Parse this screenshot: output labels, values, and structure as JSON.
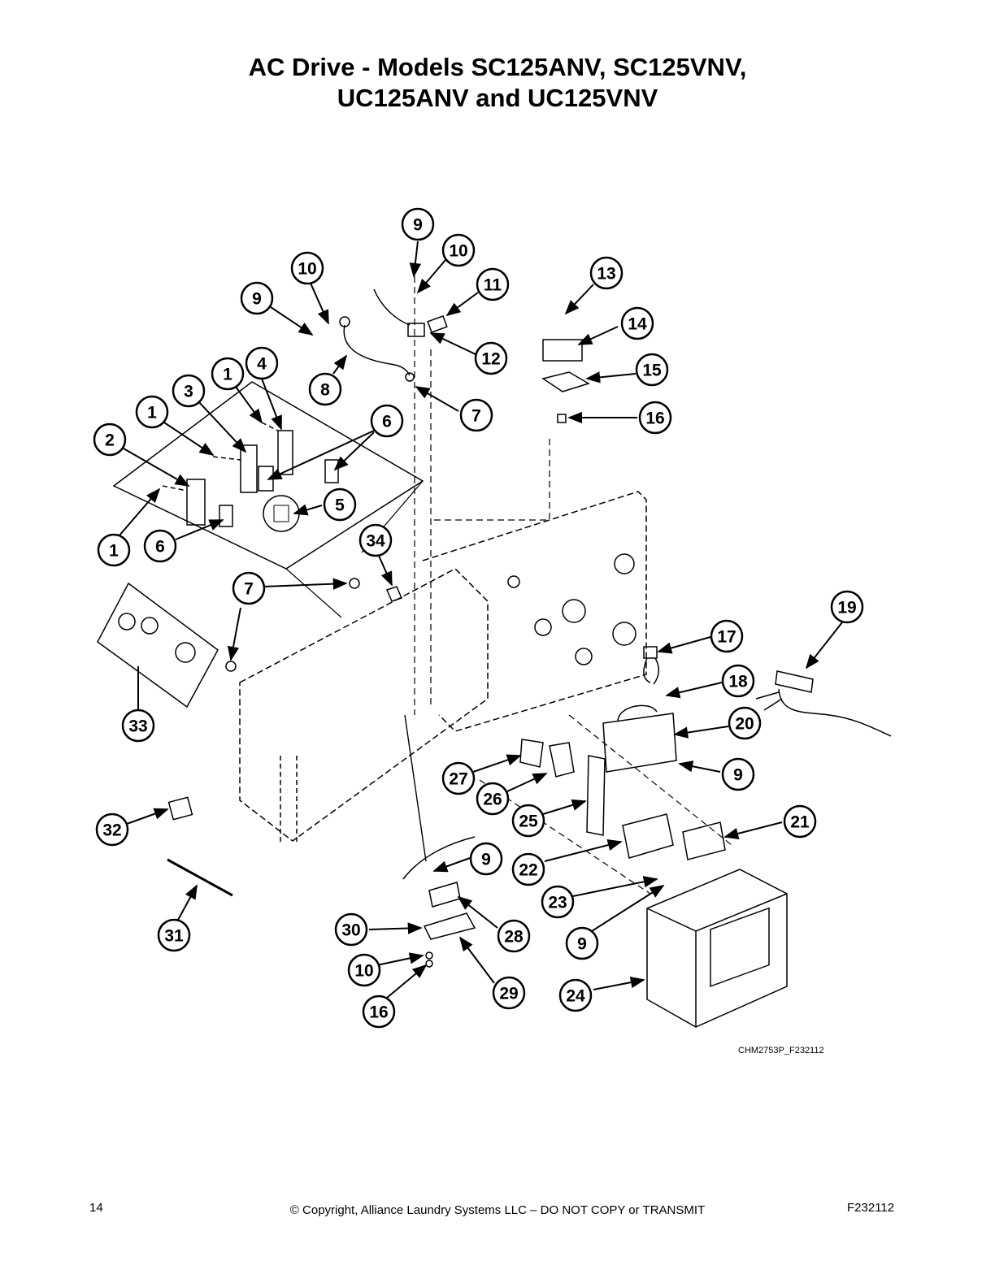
{
  "header": {
    "title_line1": "AC Drive - Models SC125ANV, SC125VNV,",
    "title_line2": "UC125ANV and UC125VNV"
  },
  "diagram": {
    "drawing_code": "CHM2753P_F232112",
    "callouts": [
      {
        "label": "9"
      },
      {
        "label": "10"
      },
      {
        "label": "10"
      },
      {
        "label": "11"
      },
      {
        "label": "13"
      },
      {
        "label": "9"
      },
      {
        "label": "14"
      },
      {
        "label": "12"
      },
      {
        "label": "1"
      },
      {
        "label": "4"
      },
      {
        "label": "15"
      },
      {
        "label": "3"
      },
      {
        "label": "8"
      },
      {
        "label": "1"
      },
      {
        "label": "6"
      },
      {
        "label": "7"
      },
      {
        "label": "16"
      },
      {
        "label": "2"
      },
      {
        "label": "5"
      },
      {
        "label": "1"
      },
      {
        "label": "6"
      },
      {
        "label": "34"
      },
      {
        "label": "7"
      },
      {
        "label": "19"
      },
      {
        "label": "17"
      },
      {
        "label": "18"
      },
      {
        "label": "33"
      },
      {
        "label": "20"
      },
      {
        "label": "9"
      },
      {
        "label": "27"
      },
      {
        "label": "26"
      },
      {
        "label": "25"
      },
      {
        "label": "21"
      },
      {
        "label": "32"
      },
      {
        "label": "9"
      },
      {
        "label": "22"
      },
      {
        "label": "23"
      },
      {
        "label": "28"
      },
      {
        "label": "30"
      },
      {
        "label": "31"
      },
      {
        "label": "9"
      },
      {
        "label": "10"
      },
      {
        "label": "29"
      },
      {
        "label": "24"
      },
      {
        "label": "16"
      }
    ]
  },
  "footer": {
    "page_number": "14",
    "copyright": "© Copyright, Alliance Laundry Systems LLC – DO NOT COPY or TRANSMIT",
    "form_id": "F232112"
  }
}
